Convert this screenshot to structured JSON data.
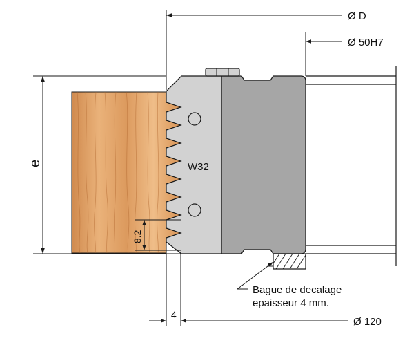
{
  "dimensions": {
    "outer_diameter": "Ø D",
    "bore": "Ø 50H7",
    "spacer_diameter": "Ø 120",
    "height": "e",
    "tooth_pitch": "8.2",
    "offset": "4"
  },
  "cutter": {
    "model_label": "W32"
  },
  "spacer_note": {
    "line1": "Bague de decalage",
    "line2": "epaisseur 4 mm."
  },
  "colors": {
    "wood_light": "#e9ad74",
    "wood_dark": "#c97f44",
    "knife_face": "#d2d2d2",
    "cutter_body": "#a6a6a6",
    "outline": "#1a1a1a"
  }
}
